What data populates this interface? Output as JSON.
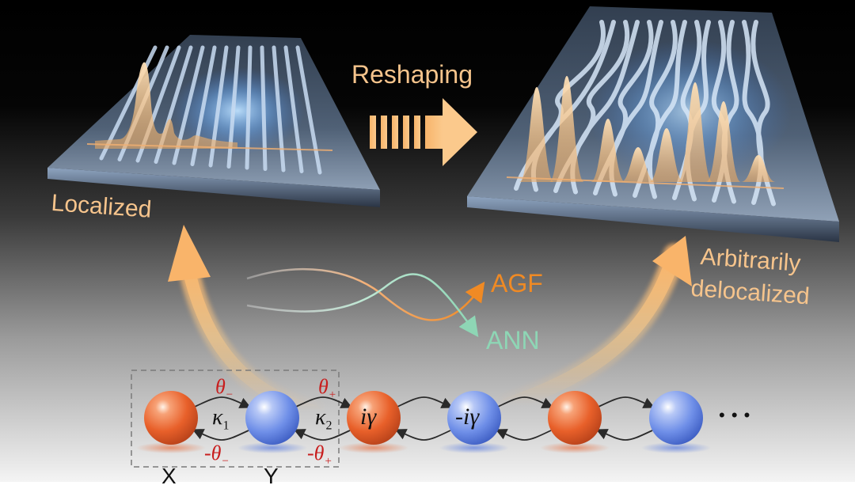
{
  "labels": {
    "reshaping": "Reshaping",
    "localized": "Localized",
    "delocalized_line1": "Arbitrarily",
    "delocalized_line2": "delocalized",
    "agf": "AGF",
    "ann": "ANN",
    "theta_minus": "θ",
    "theta_plus": "θ",
    "neg_theta_minus": "-θ",
    "neg_theta_plus": "-θ",
    "kappa1": "κ",
    "kappa2": "κ",
    "gain": "iγ",
    "loss": "-iγ",
    "ellipsis": "• • •",
    "site_x": "X",
    "site_y": "Y"
  },
  "subscripts": {
    "minus": "−",
    "plus": "+",
    "one": "1",
    "two": "2"
  },
  "colors": {
    "bg_top": "#000000",
    "bg_bottom": "#f4f4f4",
    "orange_label": "#f6c48c",
    "agf_orange": "#f08a24",
    "ann_green": "#8ed6b5",
    "red_site": "#e8602a",
    "blue_site": "#6f8fe8",
    "theta_red": "#c81e1e"
  }
}
